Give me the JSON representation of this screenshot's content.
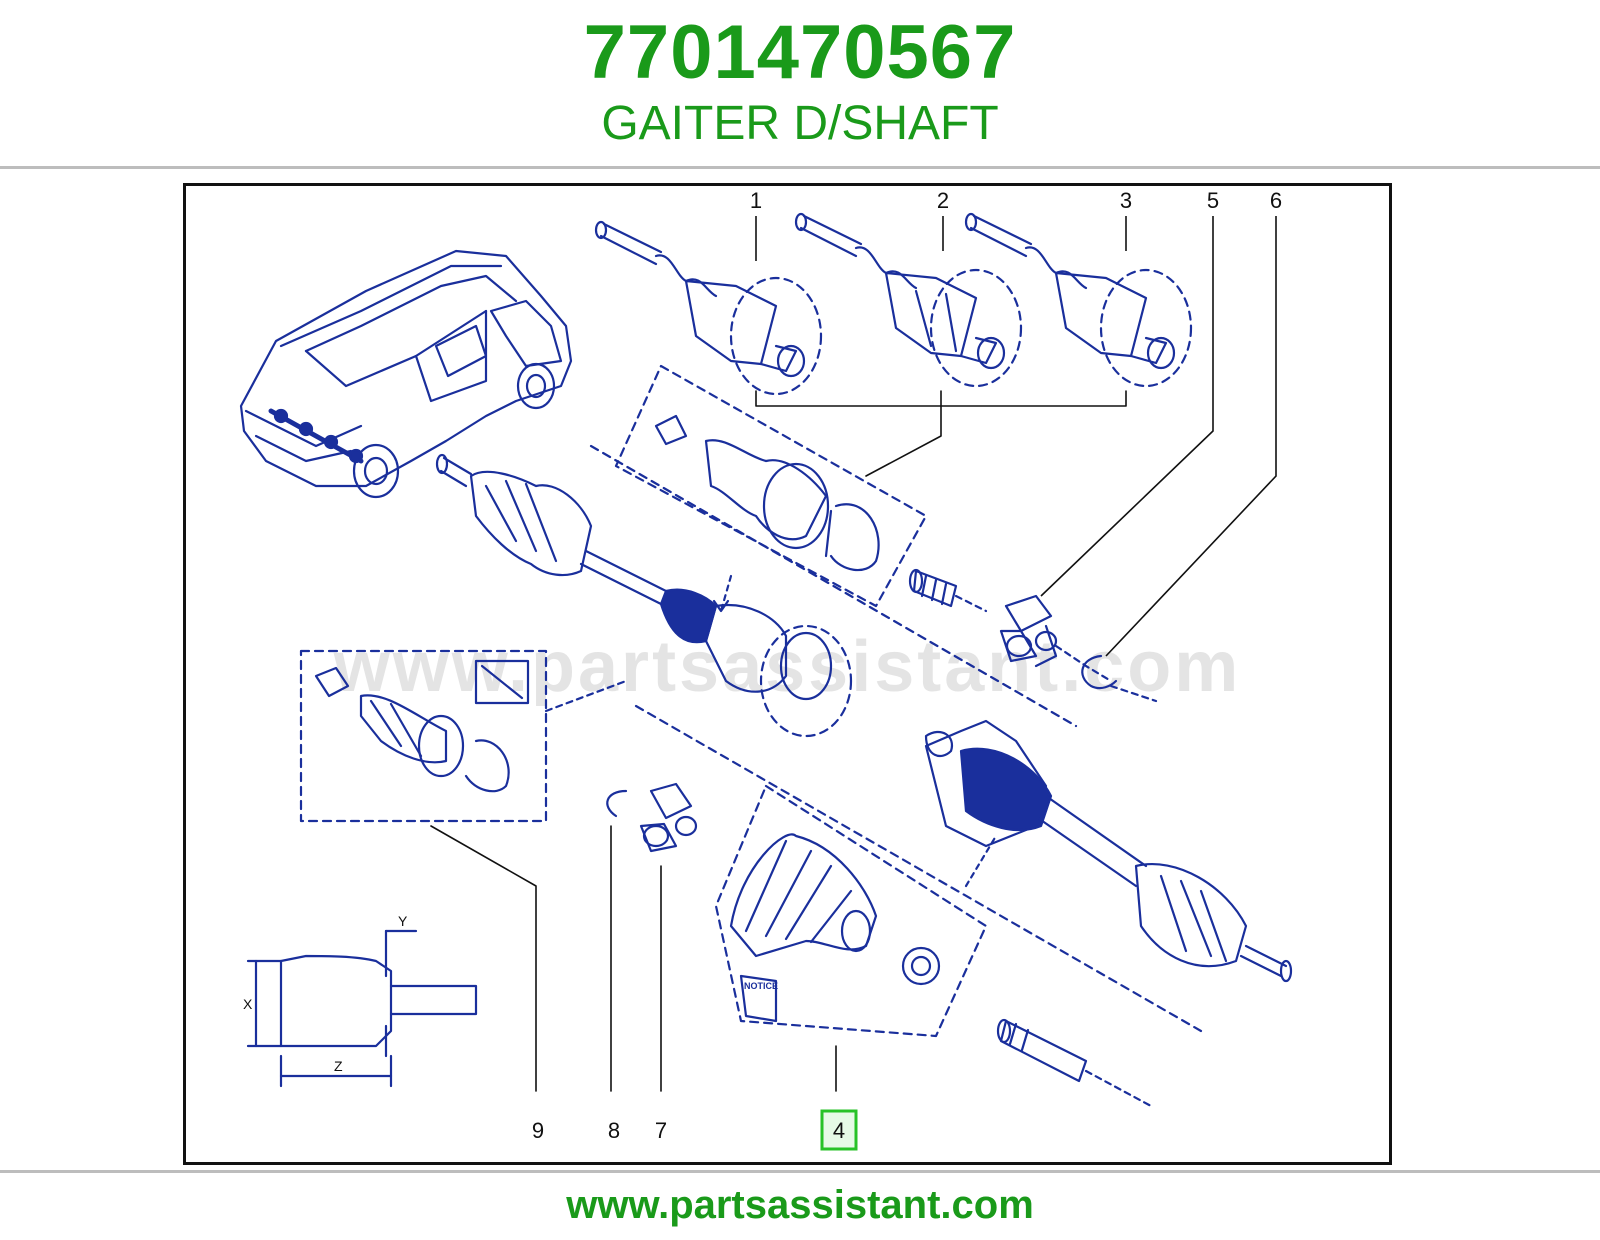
{
  "header": {
    "part_number": "7701470567",
    "description": "GAITER D/SHAFT"
  },
  "diagram": {
    "watermark": "www.partsassistant.com",
    "callouts": {
      "c1": "1",
      "c2": "2",
      "c3": "3",
      "c5": "5",
      "c6": "6",
      "c9": "9",
      "c8": "8",
      "c7": "7",
      "c4": "4"
    },
    "dimension_labels": {
      "x": "X",
      "y": "Y",
      "z": "Z"
    },
    "notice_label": "NOTICE",
    "highlighted_callout": "4",
    "colors": {
      "line": "#1a2f9c",
      "fill_dark": "#1a2f9c",
      "highlight": "#27c227",
      "brand": "#1a9a1a"
    }
  },
  "footer": {
    "url": "www.partsassistant.com"
  }
}
